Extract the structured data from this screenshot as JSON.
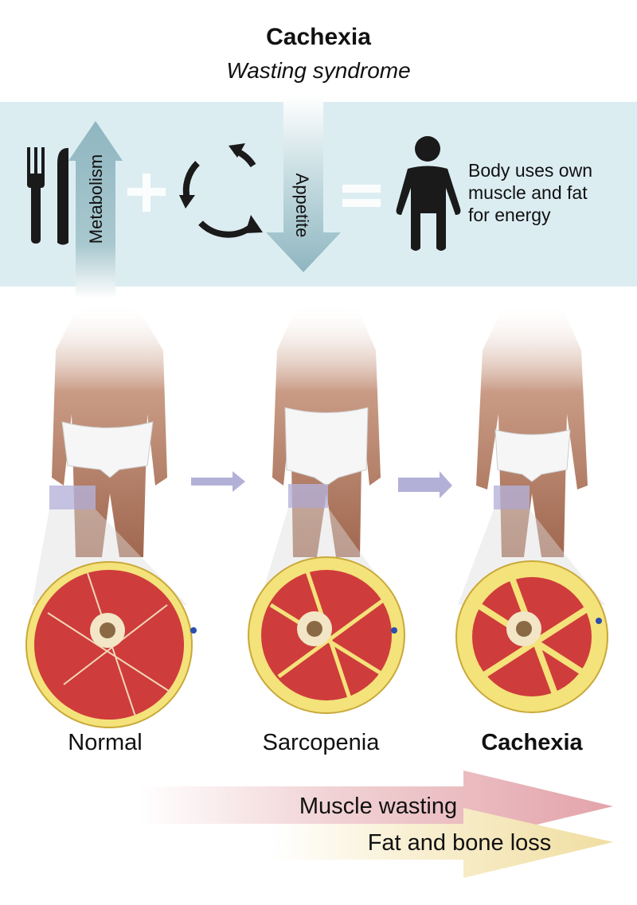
{
  "header": {
    "title": "Cachexia",
    "subtitle": "Wasting syndrome"
  },
  "equation": {
    "metabolism_label": "Metabolism",
    "appetite_label": "Appetite",
    "result_text": [
      "Body uses own",
      "muscle and fat",
      "for energy"
    ]
  },
  "stages": [
    {
      "label": "Normal",
      "bold": false
    },
    {
      "label": "Sarcopenia",
      "bold": false
    },
    {
      "label": "Cachexia",
      "bold": true
    }
  ],
  "progression": {
    "muscle_label": "Muscle wasting",
    "fat_label": "Fat and bone loss"
  },
  "colors": {
    "banner": "#dcedf2",
    "arrow_teal": "#8fb6c0",
    "muscle": "#d23a3a",
    "fat": "#f4e27a",
    "pink": "#e6a6ad",
    "yellow": "#f1e1a6",
    "purple_arrow": "#b3b0d8"
  }
}
